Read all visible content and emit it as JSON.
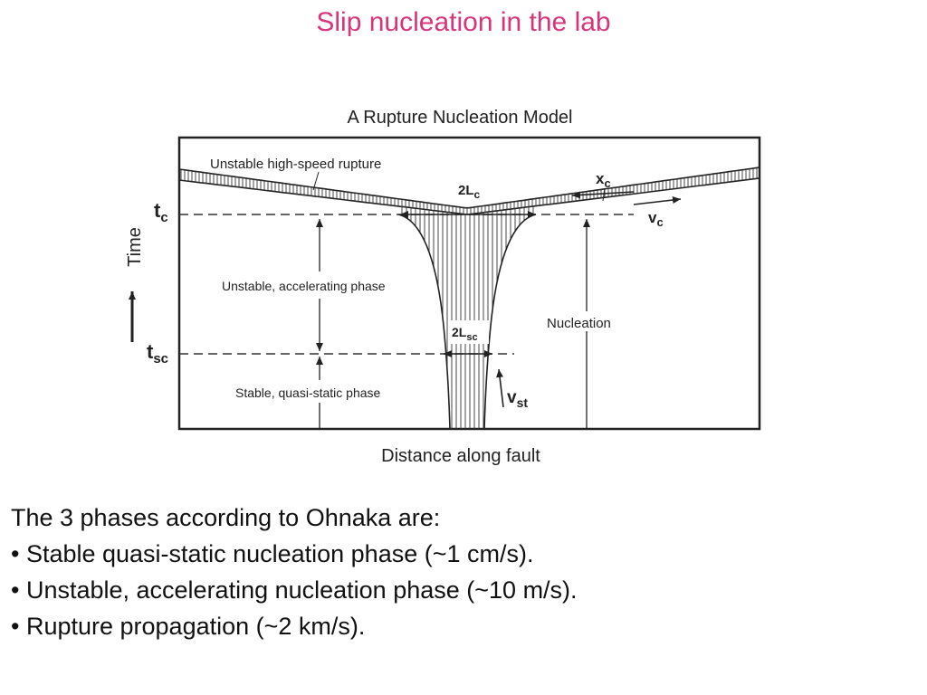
{
  "slide": {
    "title": "Slip nucleation in the lab"
  },
  "diagram": {
    "title": "A Rupture Nucleation Model",
    "labels": {
      "unstable_rupture": "Unstable high-speed rupture",
      "two_lc": "2L",
      "two_lc_sub": "c",
      "xc": "x",
      "xc_sub": "c",
      "vc": "v",
      "vc_sub": "c",
      "tc": "t",
      "tc_sub": "c",
      "tsc": "t",
      "tsc_sub": "sc",
      "time_axis": "Time",
      "accelerating_phase": "Unstable, accelerating phase",
      "nucleation": "Nucleation",
      "two_lsc": "2L",
      "two_lsc_sub": "sc",
      "quasi_static_phase": "Stable, quasi-static phase",
      "vst": "v",
      "vst_sub": "st",
      "distance_axis": "Distance along fault"
    },
    "colors": {
      "title": "#d6357a",
      "line": "#222222"
    }
  },
  "body": {
    "intro": "The 3 phases according to Ohnaka are:",
    "bullets": [
      "• Stable quasi-static nucleation phase (~1 cm/s).",
      "• Unstable, accelerating nucleation phase (~10 m/s).",
      "• Rupture propagation (~2 km/s)."
    ]
  }
}
